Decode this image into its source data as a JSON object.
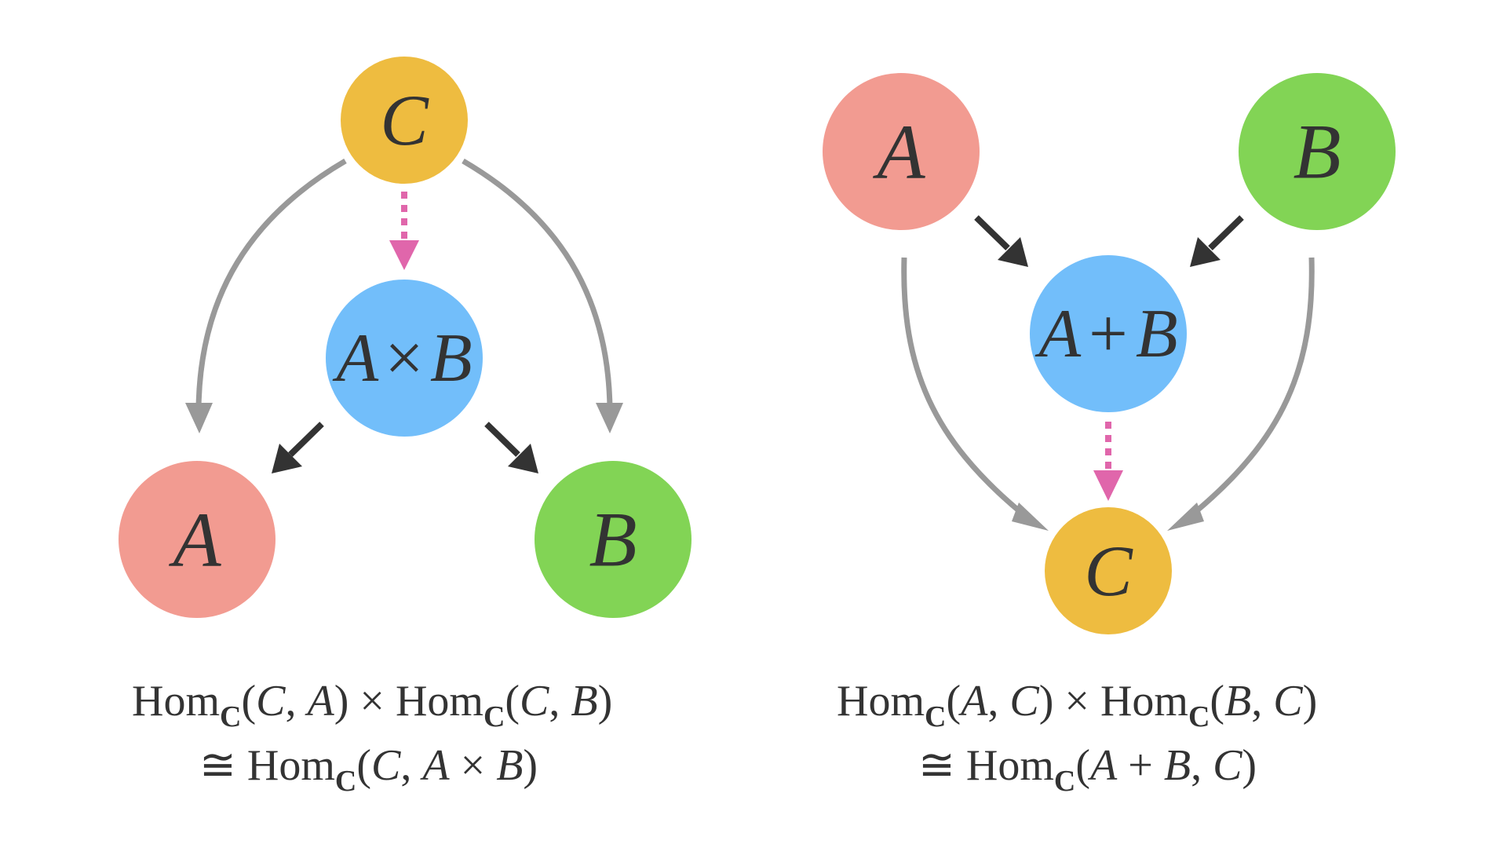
{
  "colors": {
    "node_a": "#f29b91",
    "node_b": "#82d455",
    "node_c": "#eebc40",
    "node_combined": "#72befa",
    "arrow_projection": "#333333",
    "arrow_composite": "#999999",
    "arrow_universal": "#e066ab",
    "text": "#333333"
  },
  "product": {
    "node_c": "C",
    "node_combined": {
      "left": "A",
      "op": "×",
      "right": "B"
    },
    "node_a": "A",
    "node_b": "B",
    "formula": {
      "line1": {
        "hom1": "Hom",
        "sub1": "C",
        "args1_open": "(",
        "args1_x": "C",
        "args1_sep": ", ",
        "args1_y": "A",
        "args1_close": ")",
        "times": " × ",
        "hom2": "Hom",
        "sub2": "C",
        "args2_open": "(",
        "args2_x": "C",
        "args2_sep": ", ",
        "args2_y": "B",
        "args2_close": ")"
      },
      "line2": {
        "iso": "≅ ",
        "hom": "Hom",
        "sub": "C",
        "open": "(",
        "x": "C",
        "sep": ", ",
        "y1": "A",
        "op": " × ",
        "y2": "B",
        "close": ")"
      }
    }
  },
  "coproduct": {
    "node_a": "A",
    "node_b": "B",
    "node_combined": {
      "left": "A",
      "op": "+",
      "right": "B"
    },
    "node_c": "C",
    "formula": {
      "line1": {
        "hom1": "Hom",
        "sub1": "C",
        "args1_open": "(",
        "args1_x": "A",
        "args1_sep": ", ",
        "args1_y": "C",
        "args1_close": ")",
        "times": " × ",
        "hom2": "Hom",
        "sub2": "C",
        "args2_open": "(",
        "args2_x": "B",
        "args2_sep": ", ",
        "args2_y": "C",
        "args2_close": ")"
      },
      "line2": {
        "iso": "≅ ",
        "hom": "Hom",
        "sub": "C",
        "open": "(",
        "x1": "A",
        "op": " + ",
        "x2": "B",
        "sep": ", ",
        "y": "C",
        "close": ")"
      }
    }
  }
}
